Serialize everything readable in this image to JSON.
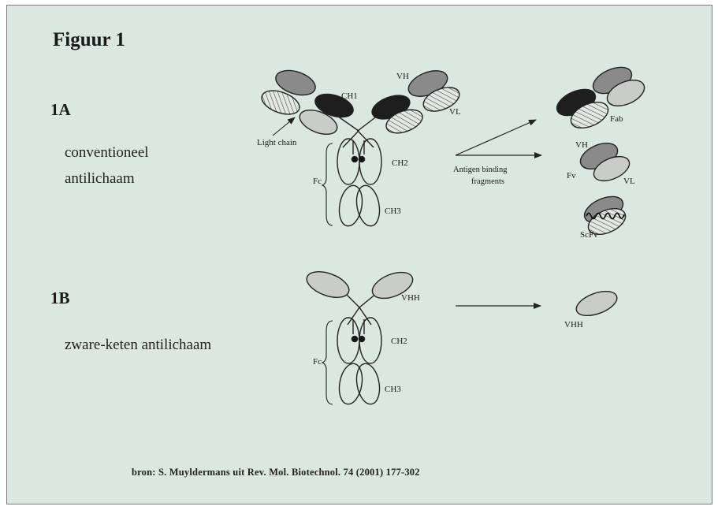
{
  "figure": {
    "title": "Figuur 1",
    "section_a": {
      "label": "1A",
      "line1": "conventioneel",
      "line2": "antilichaam"
    },
    "section_b": {
      "label": "1B",
      "description": "zware-keten antilichaam"
    },
    "source": "bron: S. Muyldermans uit Rev. Mol. Biotechnol. 74 (2001) 177-302"
  },
  "labels": {
    "ch1": "CH1",
    "vh": "VH",
    "vl": "VL",
    "light_chain": "Light chain",
    "ch2": "CH2",
    "ch3": "CH3",
    "fc": "Fc",
    "antigen_line1": "Antigen binding",
    "antigen_line2": "fragments",
    "fab": "Fab",
    "fv_vh": "VH",
    "fv": "Fv",
    "fv_vl": "VL",
    "scfv": "ScFv",
    "vhh": "VHH",
    "ch2_b": "CH2",
    "ch3_b": "CH3",
    "fc_b": "Fc",
    "vhh_fragment": "VHH"
  },
  "colors": {
    "background": "#dbe8e1",
    "dark_domain": "#1e1e1e",
    "grey_domain": "#8a8a8a",
    "light_domain": "#c9ccc9",
    "hatch_fill": "#e4e8e4",
    "line": "#222222"
  }
}
